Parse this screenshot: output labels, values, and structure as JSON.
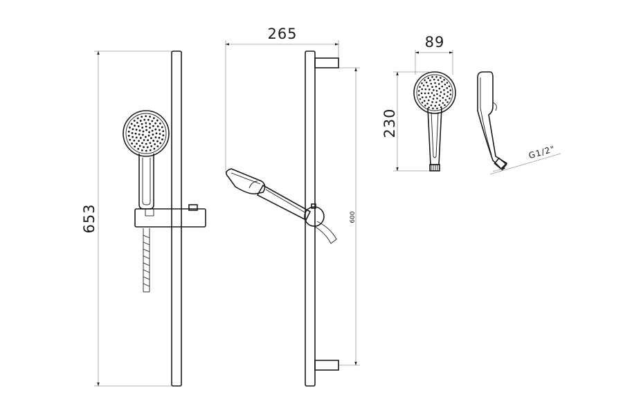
{
  "dimensions": {
    "overall_height": "653",
    "projection": "265",
    "rail_length": "600",
    "head_diameter": "89",
    "handshower_length": "230",
    "thread": "G1/2\""
  }
}
